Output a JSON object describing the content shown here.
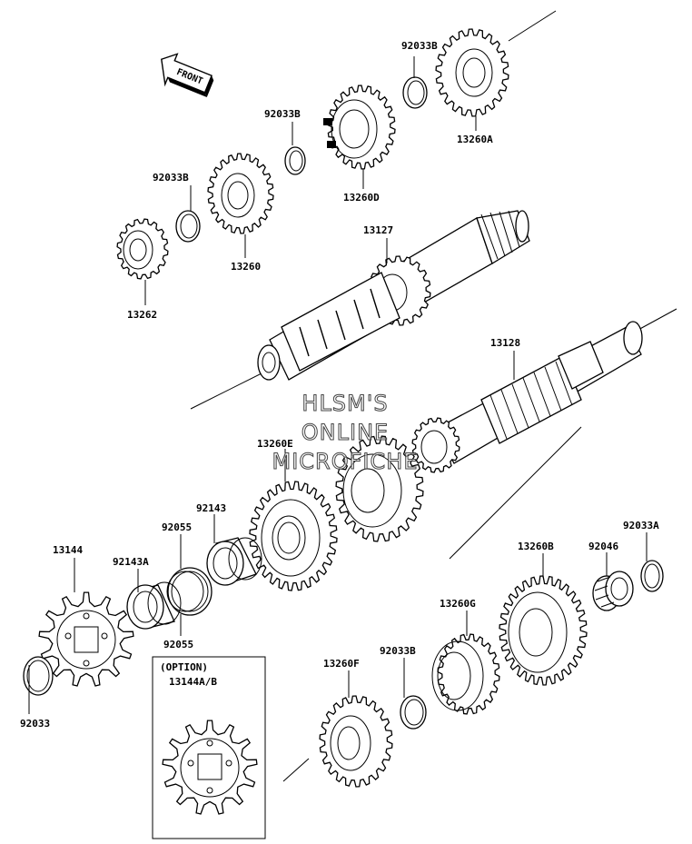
{
  "diagram": {
    "front_label": "FRONT",
    "option_box": {
      "title": "(OPTION)",
      "part": "13144A/B"
    },
    "watermark": [
      "HLSM'S",
      "ONLINE",
      "MICROFICHE"
    ],
    "labels": {
      "p92033B_a": "92033B",
      "p13260A": "13260A",
      "p92033B_b": "92033B",
      "p13260D": "13260D",
      "p92033B_c": "92033B",
      "p13260": "13260",
      "p13127": "13127",
      "p13262": "13262",
      "p13128": "13128",
      "p13260E": "13260E",
      "p92143": "92143",
      "p92055_top": "92055",
      "p92055_bottom": "92055",
      "p13144": "13144",
      "p92143A": "92143A",
      "p92033": "92033",
      "p13260B": "13260B",
      "p92046": "92046",
      "p92033A": "92033A",
      "p13260G": "13260G",
      "p92033B_d": "92033B",
      "p13260F": "13260F"
    }
  }
}
